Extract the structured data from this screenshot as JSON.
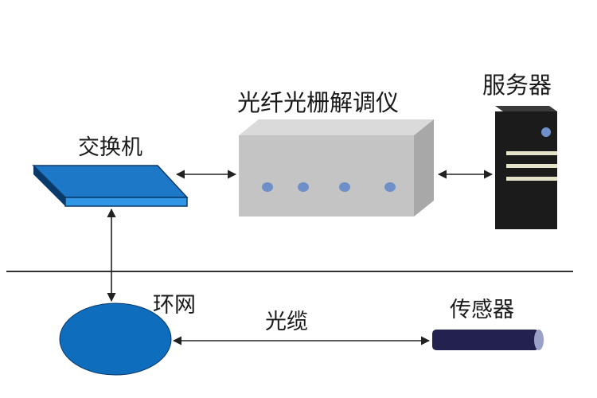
{
  "labels": {
    "demodulator": "光纤光栅解调仪",
    "server": "服务器",
    "switch": "交换机",
    "ring_network": "环网",
    "cable": "光缆",
    "sensor": "传感器"
  },
  "colors": {
    "switch_top": "#1e78c8",
    "switch_edge": "#0a3a6a",
    "switch_side": "#2f96e6",
    "ring_fill": "#0f6dbd",
    "box_front": "#c4c4c4",
    "box_top": "#dadada",
    "box_side": "#a8a8a8",
    "port": "#6f8fc8",
    "server_body": "#1b1b1b",
    "server_stripe": "#e6e2c8",
    "sensor_body": "#23224e",
    "line": "#222222"
  }
}
